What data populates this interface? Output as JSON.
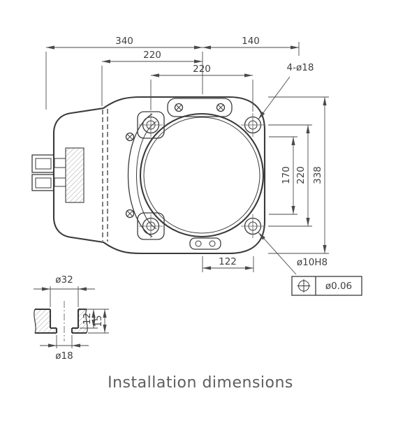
{
  "title": "Installation dimensions",
  "top_view": {
    "dim_340": "340",
    "dim_140": "140",
    "dim_220_center": "220",
    "dim_220_hole_span_h": "220",
    "holes_callout": "4-ø18",
    "dim_170": "170",
    "dim_220_hole_span_v": "220",
    "dim_338": "338",
    "dim_122": "122",
    "fit_callout": "ø10H8",
    "tolerance_symbol_icon": "position-tolerance",
    "tolerance_value": "ø0.06"
  },
  "detail_view": {
    "dim_d32": "ø32",
    "dim_12": "12",
    "dim_15": "15",
    "dim_d18": "ø18"
  }
}
